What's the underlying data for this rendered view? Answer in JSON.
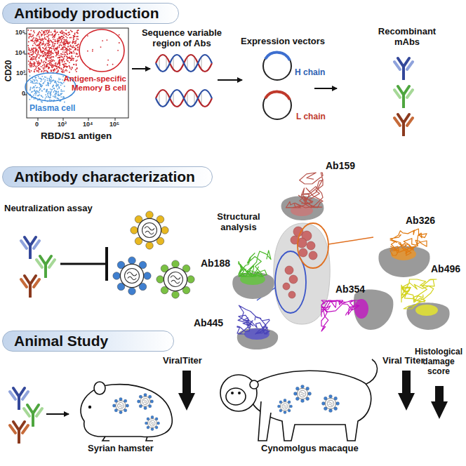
{
  "diagram": {
    "nodes": [
      {
        "text": [
          "Antibody production"
        ]
      },
      {
        "text": [
          "Antibody characterization"
        ]
      },
      {
        "text": [
          "Animal Study"
        ]
      }
    ],
    "labels": [
      "10⁵",
      "10⁴",
      "10³",
      "0",
      "CD20",
      "Antigen-specific Memory B cell",
      "Plasma cell",
      "0",
      "10³",
      "10⁴",
      "10⁵",
      "RBD/S1 antigen",
      "Sequence variable region of Abs",
      "Expression vectors",
      "H chain",
      "L chain",
      "Recombinant mAbs",
      "Neutralization assay",
      "Structural analysis",
      "Ab159",
      "Ab188",
      "Ab326",
      "Ab445",
      "Ab354",
      "Ab496",
      "ViralTiter",
      "Viral Titer",
      "Histological damage score",
      "Syrian hamster",
      "Cynomolgus macaque"
    ]
  }
}
